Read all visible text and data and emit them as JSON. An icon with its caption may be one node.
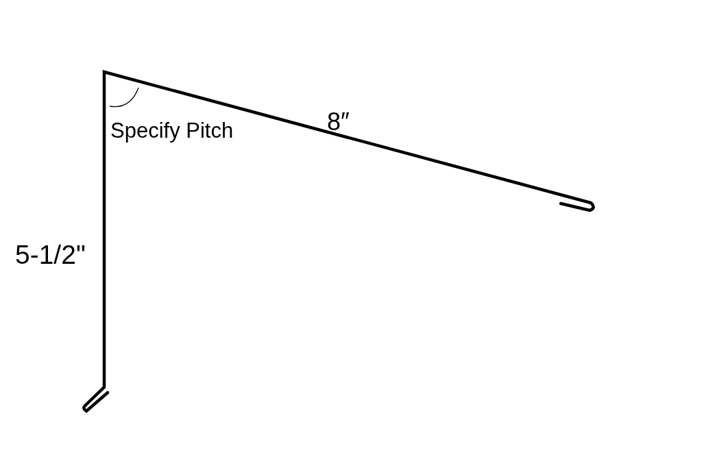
{
  "diagram": {
    "labels": [
      "Specify Pitch",
      "8″",
      "5-1/2\""
    ]
  }
}
